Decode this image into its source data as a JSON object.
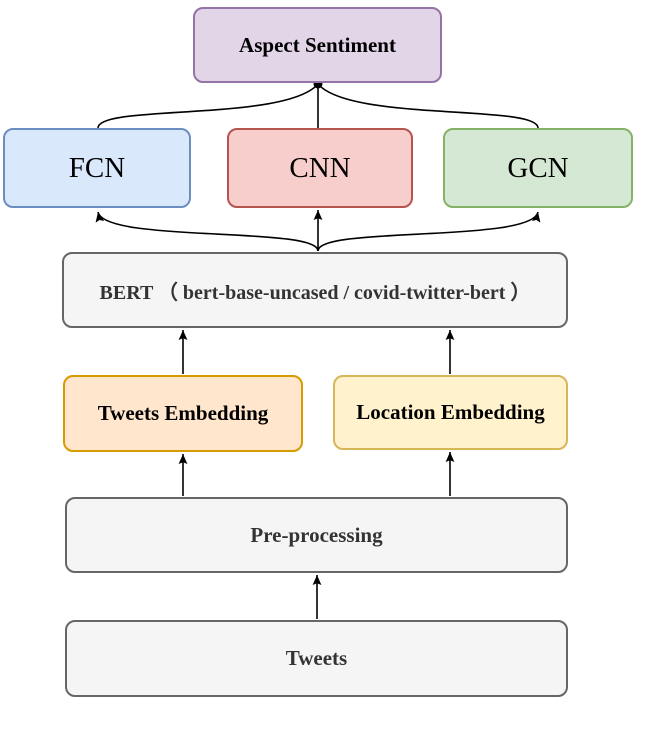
{
  "diagram": {
    "type": "flowchart",
    "direction": "bottom-to-top",
    "edge_color": "#000000",
    "junction_dot_color": "#000000",
    "nodes": [
      {
        "id": "aspect-sentiment",
        "label": "Aspect Sentiment",
        "fill": "#E1D5E7",
        "border": "#9673A6",
        "text": "#000000"
      },
      {
        "id": "fcn",
        "label": "FCN",
        "fill": "#DAE8FC",
        "border": "#6C8EBF",
        "text": "#000000"
      },
      {
        "id": "cnn",
        "label": "CNN",
        "fill": "#F8CECC",
        "border": "#B85450",
        "text": "#000000"
      },
      {
        "id": "gcn",
        "label": "GCN",
        "fill": "#D5E8D4",
        "border": "#82B366",
        "text": "#000000"
      },
      {
        "id": "bert",
        "label": "BERT （ bert-base-uncased / covid-twitter-bert ）",
        "fill": "#F5F5F5",
        "border": "#666666",
        "text": "#333333"
      },
      {
        "id": "tweets-embedding",
        "label": "Tweets Embedding",
        "fill": "#FFE6CC",
        "border": "#D79B00",
        "text": "#000000"
      },
      {
        "id": "location-embedding",
        "label": "Location Embedding",
        "fill": "#FFF2CC",
        "border": "#D6B656",
        "text": "#000000"
      },
      {
        "id": "pre-processing",
        "label": "Pre-processing",
        "fill": "#F5F5F5",
        "border": "#666666",
        "text": "#333333"
      },
      {
        "id": "tweets",
        "label": "Tweets",
        "fill": "#F5F5F5",
        "border": "#666666",
        "text": "#333333"
      }
    ],
    "edges": [
      {
        "from": "fcn",
        "to": "aspect-sentiment",
        "style": "curve-to-junction-dot"
      },
      {
        "from": "cnn",
        "to": "aspect-sentiment",
        "style": "straight-to-junction-dot"
      },
      {
        "from": "gcn",
        "to": "aspect-sentiment",
        "style": "curve-to-junction-dot"
      },
      {
        "from": "bert",
        "to": "fcn",
        "style": "curved-arrow"
      },
      {
        "from": "bert",
        "to": "cnn",
        "style": "straight-arrow"
      },
      {
        "from": "bert",
        "to": "gcn",
        "style": "curved-arrow"
      },
      {
        "from": "tweets-embedding",
        "to": "bert",
        "style": "straight-arrow"
      },
      {
        "from": "location-embedding",
        "to": "bert",
        "style": "straight-arrow"
      },
      {
        "from": "pre-processing",
        "to": "tweets-embedding",
        "style": "straight-arrow"
      },
      {
        "from": "pre-processing",
        "to": "location-embedding",
        "style": "straight-arrow"
      },
      {
        "from": "tweets",
        "to": "pre-processing",
        "style": "straight-arrow"
      }
    ]
  }
}
